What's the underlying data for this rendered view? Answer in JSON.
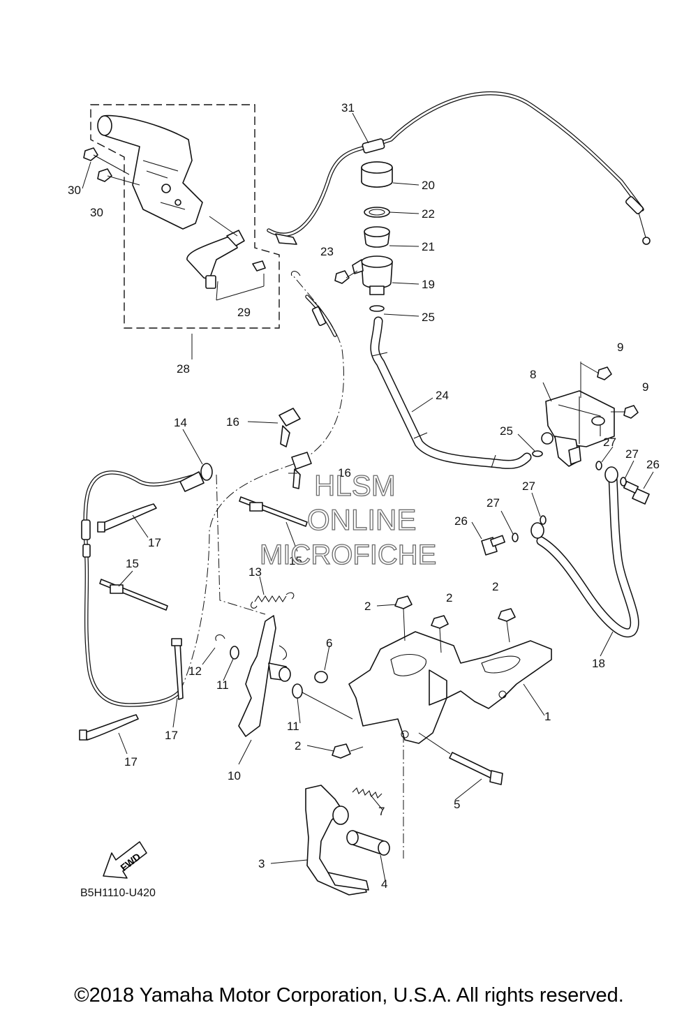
{
  "figure": {
    "code": "B5H1110-U420",
    "fwd_label": "FWD",
    "copyright": "©2018 Yamaha Motor Corporation, U.S.A. All rights reserved."
  },
  "watermark": {
    "line1": "HLSM",
    "line2": "ONLINE",
    "line3": "MICROFICHE"
  },
  "callouts": [
    {
      "id": "c31",
      "text": "31"
    },
    {
      "id": "c20",
      "text": "20"
    },
    {
      "id": "c22",
      "text": "22"
    },
    {
      "id": "c21",
      "text": "21"
    },
    {
      "id": "c23",
      "text": "23"
    },
    {
      "id": "c19",
      "text": "19"
    },
    {
      "id": "c25a",
      "text": "25"
    },
    {
      "id": "c24",
      "text": "24"
    },
    {
      "id": "c30a",
      "text": "30"
    },
    {
      "id": "c30b",
      "text": "30"
    },
    {
      "id": "c29",
      "text": "29"
    },
    {
      "id": "c28",
      "text": "28"
    },
    {
      "id": "c9a",
      "text": "9"
    },
    {
      "id": "c9b",
      "text": "9"
    },
    {
      "id": "c8",
      "text": "8"
    },
    {
      "id": "c25b",
      "text": "25"
    },
    {
      "id": "c27a",
      "text": "27"
    },
    {
      "id": "c27b",
      "text": "27"
    },
    {
      "id": "c26a",
      "text": "26"
    },
    {
      "id": "c27c",
      "text": "27"
    },
    {
      "id": "c27d",
      "text": "27"
    },
    {
      "id": "c26b",
      "text": "26"
    },
    {
      "id": "c14",
      "text": "14"
    },
    {
      "id": "c16a",
      "text": "16"
    },
    {
      "id": "c16b",
      "text": "16"
    },
    {
      "id": "c17a",
      "text": "17"
    },
    {
      "id": "c15a",
      "text": "15"
    },
    {
      "id": "c15b",
      "text": "15"
    },
    {
      "id": "c13",
      "text": "13"
    },
    {
      "id": "c2a",
      "text": "2"
    },
    {
      "id": "c2b",
      "text": "2"
    },
    {
      "id": "c2c",
      "text": "2"
    },
    {
      "id": "c6",
      "text": "6"
    },
    {
      "id": "c12",
      "text": "12"
    },
    {
      "id": "c11a",
      "text": "11"
    },
    {
      "id": "c11b",
      "text": "11"
    },
    {
      "id": "c17b",
      "text": "17"
    },
    {
      "id": "c1",
      "text": "1"
    },
    {
      "id": "c18",
      "text": "18"
    },
    {
      "id": "c2d",
      "text": "2"
    },
    {
      "id": "c10",
      "text": "10"
    },
    {
      "id": "c17c",
      "text": "17"
    },
    {
      "id": "c5",
      "text": "5"
    },
    {
      "id": "c7",
      "text": "7"
    },
    {
      "id": "c3",
      "text": "3"
    },
    {
      "id": "c4",
      "text": "4"
    }
  ]
}
